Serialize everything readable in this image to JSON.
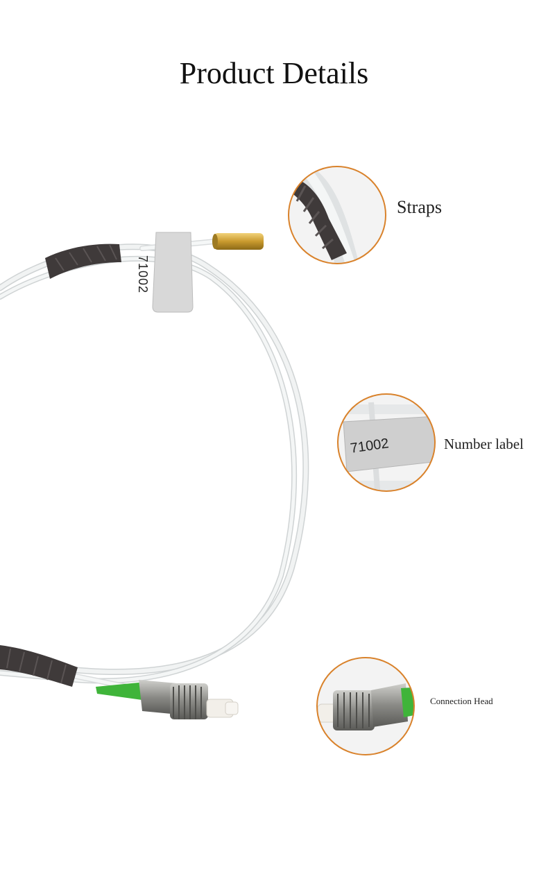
{
  "page": {
    "title": "Product Details"
  },
  "product": {
    "tag_number": "71002"
  },
  "callouts": {
    "straps": "Straps",
    "number_label": "Number label",
    "connection_head": "Connection Head"
  },
  "colors": {
    "accent_ring": "#d9822b",
    "fiber": "#eceff0",
    "strap": "#3f3a3a",
    "brass": "#c99a2e",
    "connector_green": "#3fb43a",
    "metal": "#8a8a86"
  }
}
